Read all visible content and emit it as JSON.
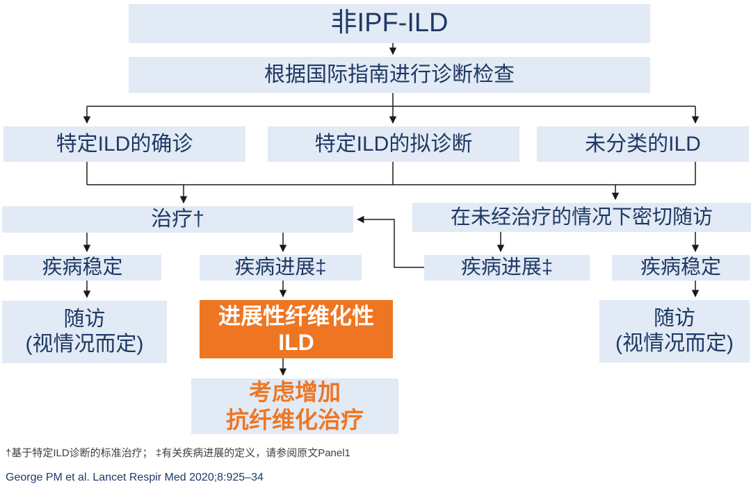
{
  "flowchart": {
    "title_box": "非IPF-ILD",
    "workup_box": "根据国际指南进行诊断检查",
    "confirmed_box": "特定ILD的确诊",
    "provisional_box": "特定ILD的拟诊断",
    "unclassifiable_box": "未分类的ILD",
    "treatment_box": "治疗†",
    "monitor_box": "在未经治疗的情况下密切随访",
    "stable_left_box": "疾病稳定",
    "progression_left_box": "疾病进展‡",
    "progression_right_box": "疾病进展‡",
    "stable_right_box": "疾病稳定",
    "followup_left_line1": "随访",
    "followup_left_line2": "(视情况而定)",
    "pf_ild_line1": "进展性纤维化性",
    "pf_ild_line2": "ILD",
    "followup_right_line1": "随访",
    "followup_right_line2": "(视情况而定)",
    "consider_line1": "考虑增加",
    "consider_line2": "抗纤维化治疗"
  },
  "footnotes": {
    "line1": "†基于特定ILD诊断的标准治疗； ‡有关疾病进展的定义，请参阅原文Panel1",
    "line2": "George PM et al. Lancet Respir Med 2020;8:925–34"
  },
  "colors": {
    "box_fill": "#e1eaf5",
    "navy_text": "#1f3864",
    "orange": "#ee7623",
    "connector_line": "#1a1a1a",
    "background": "#ffffff"
  }
}
